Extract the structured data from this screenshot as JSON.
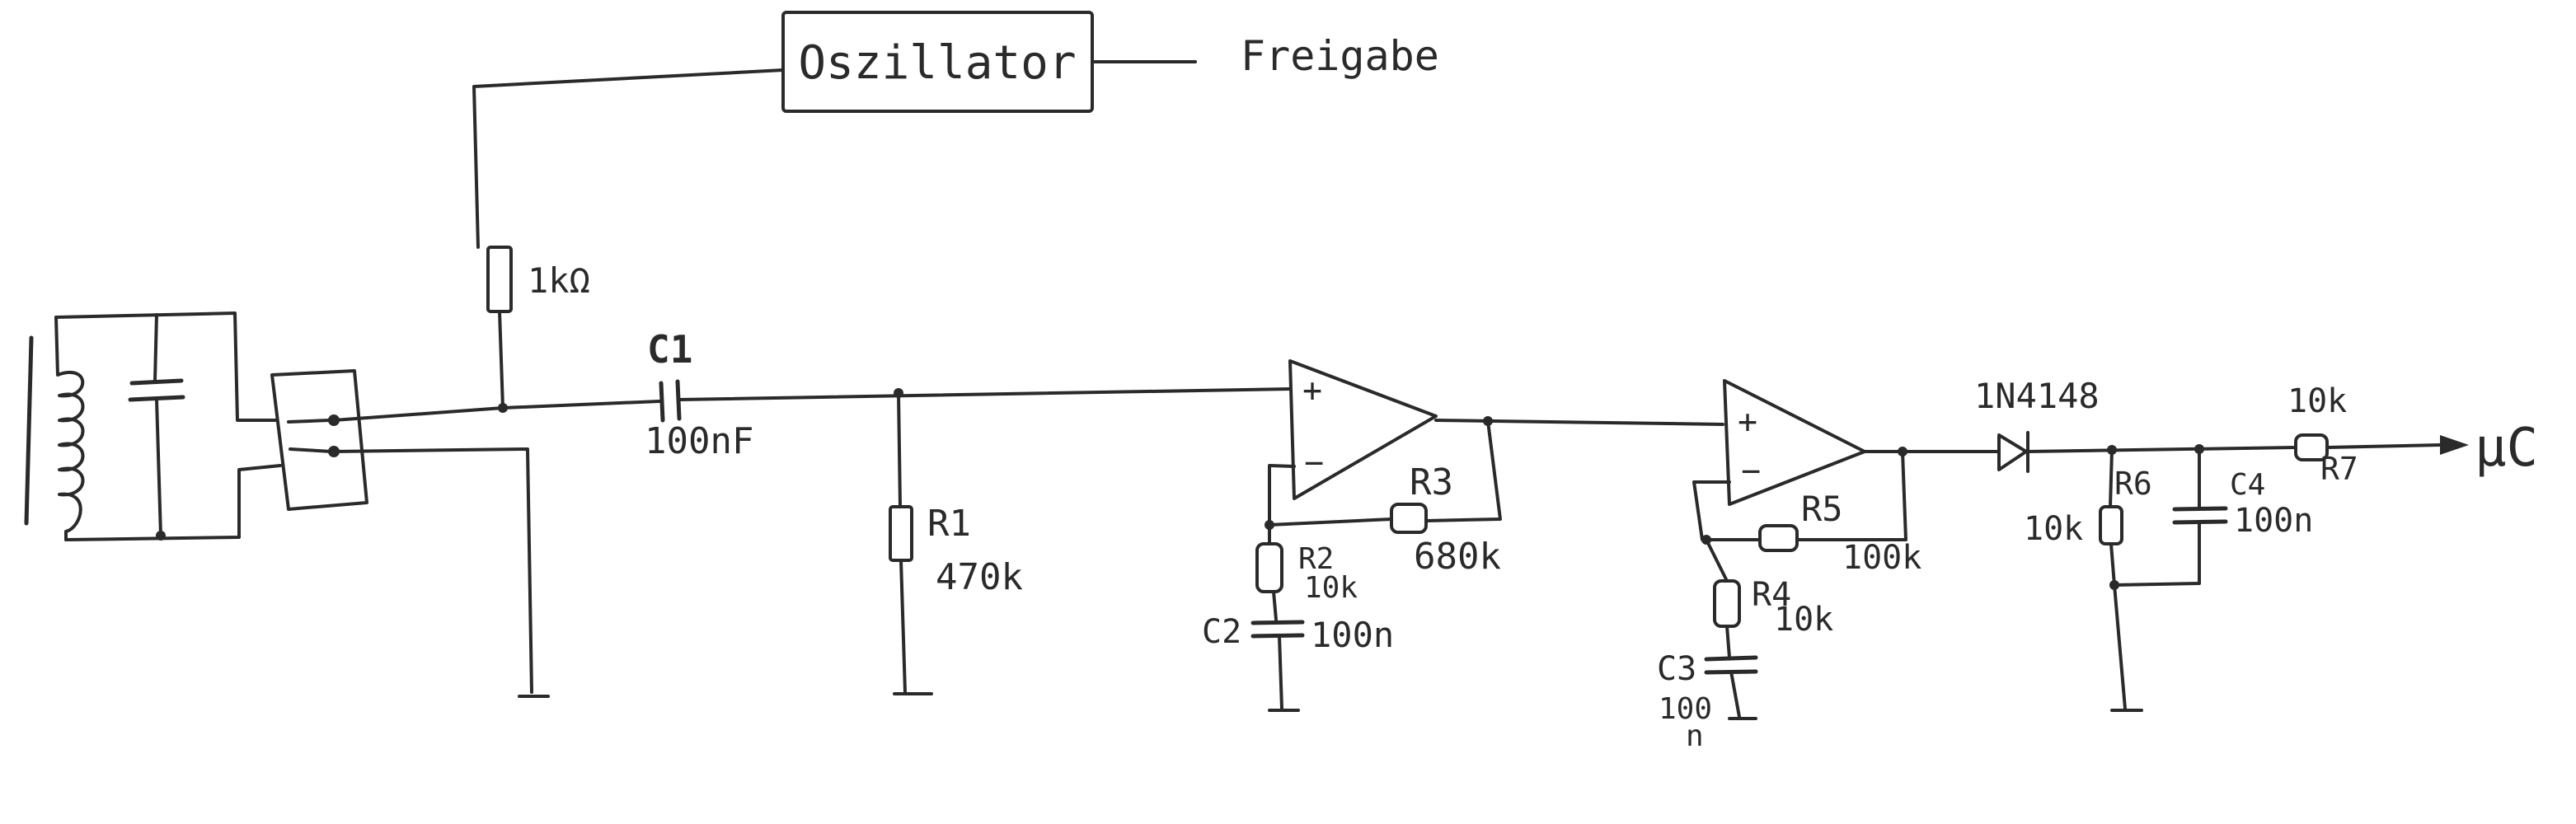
{
  "blocks": {
    "oscillator": "Oszillator",
    "enable": "Freigabe",
    "mcu": "µC"
  },
  "components": {
    "r_osc": "1kΩ",
    "c1_name": "C1",
    "c1_value": "100nF",
    "r1_name": "R1",
    "r1_value": "470k",
    "r2_name": "R2",
    "r2_value": "10k",
    "r3_name": "R3",
    "r3_value": "680k",
    "c2_name": "C2",
    "c2_value": "100n",
    "r5_name": "R5",
    "r5_value": "100k",
    "r4_name": "R4",
    "r4_value": "10k",
    "c3_name": "C3",
    "c3_value_1": "100",
    "c3_value_2": "n",
    "diode": "1N4148",
    "r6_name": "R6",
    "r6_value": "10k",
    "c4_name": "C4",
    "c4_value": "100n",
    "r7_value": "10k",
    "r7_name": "R7"
  },
  "opamp_signs": {
    "plus": "+",
    "minus": "−"
  },
  "colors": {
    "ink": "#2a2a2a",
    "paper": "#ffffff"
  }
}
